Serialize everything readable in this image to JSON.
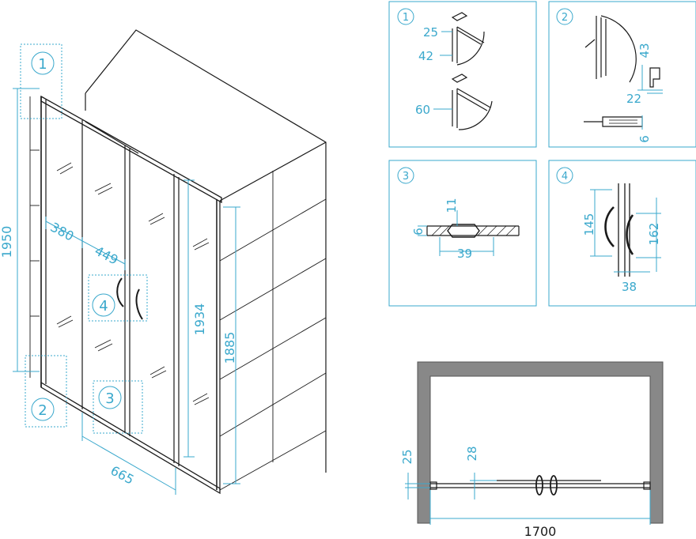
{
  "main_view": {
    "callouts": [
      "1",
      "2",
      "3",
      "4"
    ],
    "dims": {
      "height_total": "1950",
      "width_a": "380",
      "width_b": "449",
      "height_door": "1934",
      "height_side": "1885",
      "depth": "665"
    }
  },
  "details": [
    {
      "id": "1",
      "labels": [
        "25",
        "42",
        "60"
      ]
    },
    {
      "id": "2",
      "labels": [
        "43",
        "22",
        "6"
      ]
    },
    {
      "id": "3",
      "labels": [
        "11",
        "6",
        "39"
      ]
    },
    {
      "id": "4",
      "labels": [
        "145",
        "162",
        "38"
      ]
    }
  ],
  "plan_view": {
    "dims": {
      "wall_gap": "25",
      "rail": "28",
      "width": "1700"
    }
  },
  "colors": {
    "dimension": "#3aa8cc",
    "line": "#1a1a1a",
    "wall": "#888888"
  }
}
